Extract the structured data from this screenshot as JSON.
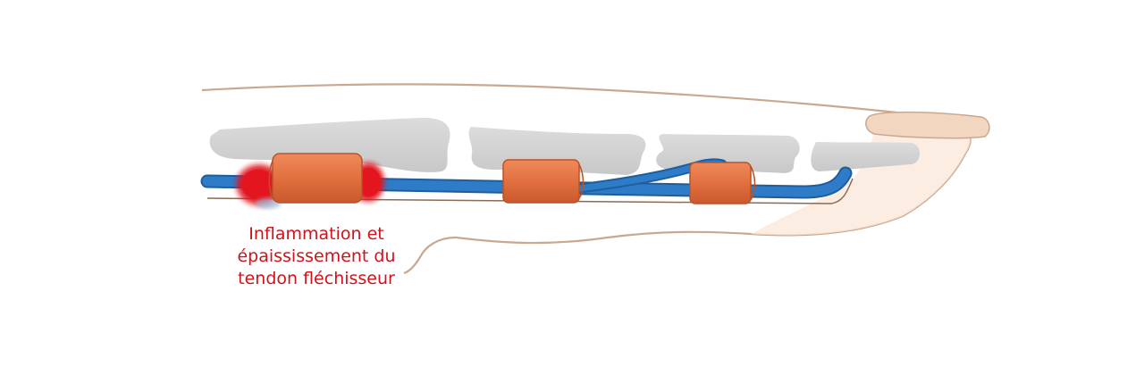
{
  "annotation": {
    "lines": [
      "Inflammation et",
      "épaississement du",
      "tendon fléchisseur"
    ]
  },
  "colors": {
    "background": "#ffffff",
    "skin_fill": "#fdf0e4",
    "skin_outline": "#c9a891",
    "nail": "#f3d6c0",
    "bone": "#d2d2d2",
    "tendon": "#2e7cc8",
    "tendon_shadow": "#1e5e9d",
    "pulley": "#e2703f",
    "pulley_edge": "#b9532a",
    "inflammation": "#e0141e",
    "annotation_text": "#d0121b"
  },
  "icons": {
    "diagram": "trigger-finger-diagram"
  }
}
